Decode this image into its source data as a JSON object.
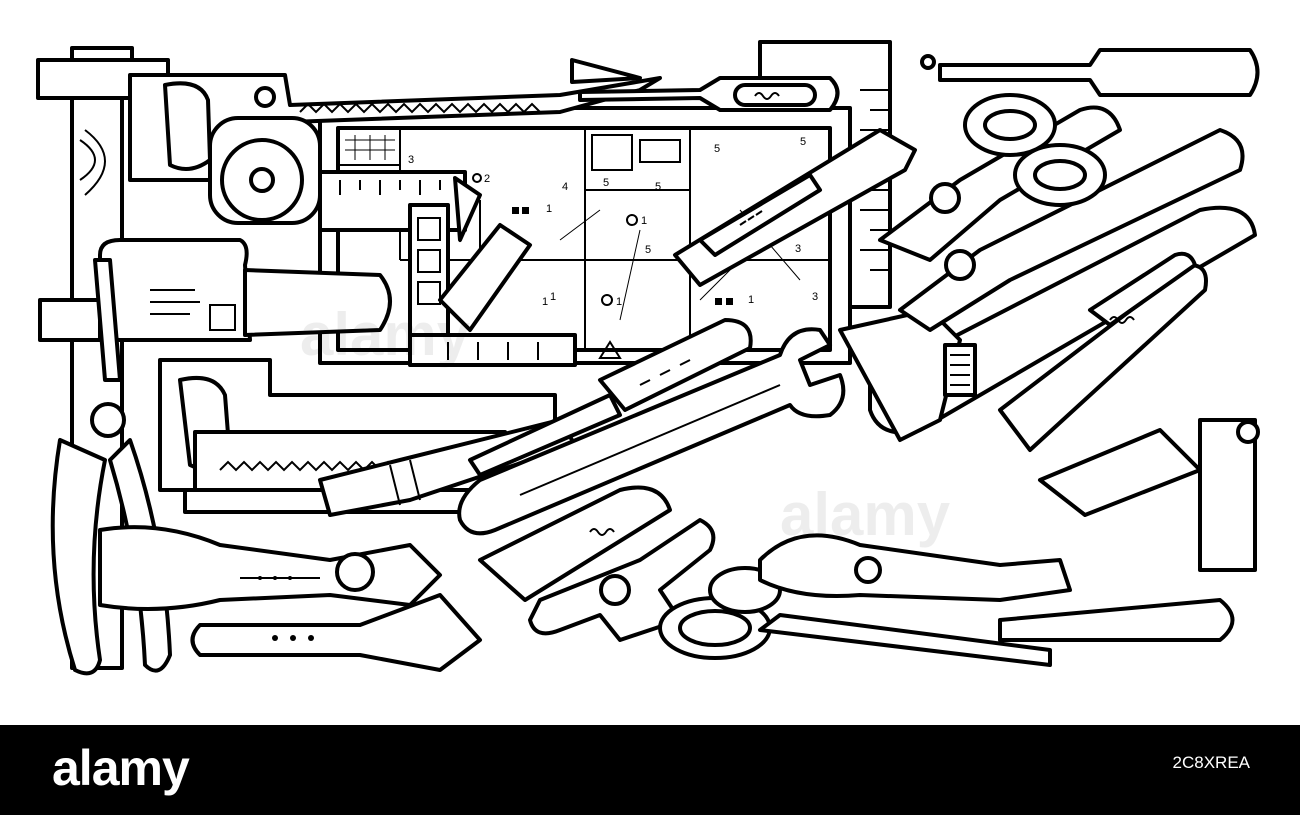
{
  "image": {
    "subject": "tools-illustration",
    "style": "black-and-white-line-art",
    "colors": {
      "line": "#000000",
      "fill": "#ffffff",
      "footer": "#000000",
      "footer_text": "#ffffff"
    }
  },
  "plan_labels": [
    "3",
    "2",
    "5",
    "4",
    "5",
    "5",
    "1",
    "1",
    "1",
    "5",
    "5",
    "3",
    "1",
    "1",
    "1",
    "3"
  ],
  "tool_marks": {
    "handle_script_left": "www",
    "handle_script_right": "www"
  },
  "watermark": {
    "text": "alamy"
  },
  "footer": {
    "brand": "alamy",
    "image_id": "2C8XREA"
  }
}
